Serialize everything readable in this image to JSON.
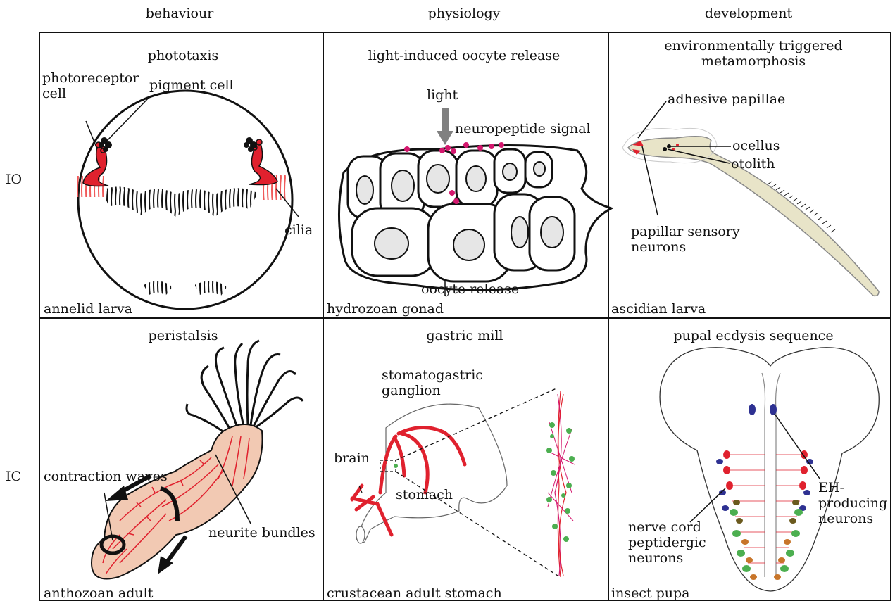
{
  "columns": [
    "behaviour",
    "physiology",
    "development"
  ],
  "rows": [
    "IO",
    "IC"
  ],
  "panels": {
    "io_behaviour": {
      "title": "phototaxis",
      "organism": "annelid larva",
      "labels": {
        "photoreceptor": "photoreceptor\ncell",
        "pigment": "pigment cell",
        "cilia": "cilia"
      }
    },
    "io_physiology": {
      "title": "light-induced oocyte release",
      "organism": "hydrozoan gonad",
      "labels": {
        "light": "light",
        "neuropeptide": "neuropeptide signal",
        "oocyte_release": "oocyte release"
      }
    },
    "io_development": {
      "title": "environmentally triggered\nmetamorphosis",
      "organism": "ascidian larva",
      "labels": {
        "adhesive": "adhesive papillae",
        "ocellus": "ocellus",
        "otolith": "otolith",
        "papillar": "papillar sensory\nneurons"
      }
    },
    "ic_behaviour": {
      "title": "peristalsis",
      "organism": "anthozoan adult",
      "labels": {
        "contraction": "contraction waves",
        "neurite": "neurite bundles"
      }
    },
    "ic_physiology": {
      "title": "gastric mill",
      "organism": "crustacean adult stomach",
      "labels": {
        "stg": "stomatogastric\nganglion",
        "brain": "brain",
        "stomach": "stomach"
      }
    },
    "ic_development": {
      "title": "pupal ecdysis sequence",
      "organism": "insect pupa",
      "labels": {
        "eh": "EH-\nproducing\nneurons",
        "nerve_cord": "nerve cord\npeptidergic\nneurons"
      }
    }
  },
  "colors": {
    "grid": "#111111",
    "red": "#e0212e",
    "cilia_red": "#f05a5a",
    "magenta": "#d4186e",
    "green": "#4caf50",
    "blue": "#2e3192",
    "olive": "#6b5a1e",
    "orange": "#c8752a",
    "tissue": "#f2c9b3",
    "larva_fill": "#e8e4c8",
    "gray": "#808080"
  }
}
